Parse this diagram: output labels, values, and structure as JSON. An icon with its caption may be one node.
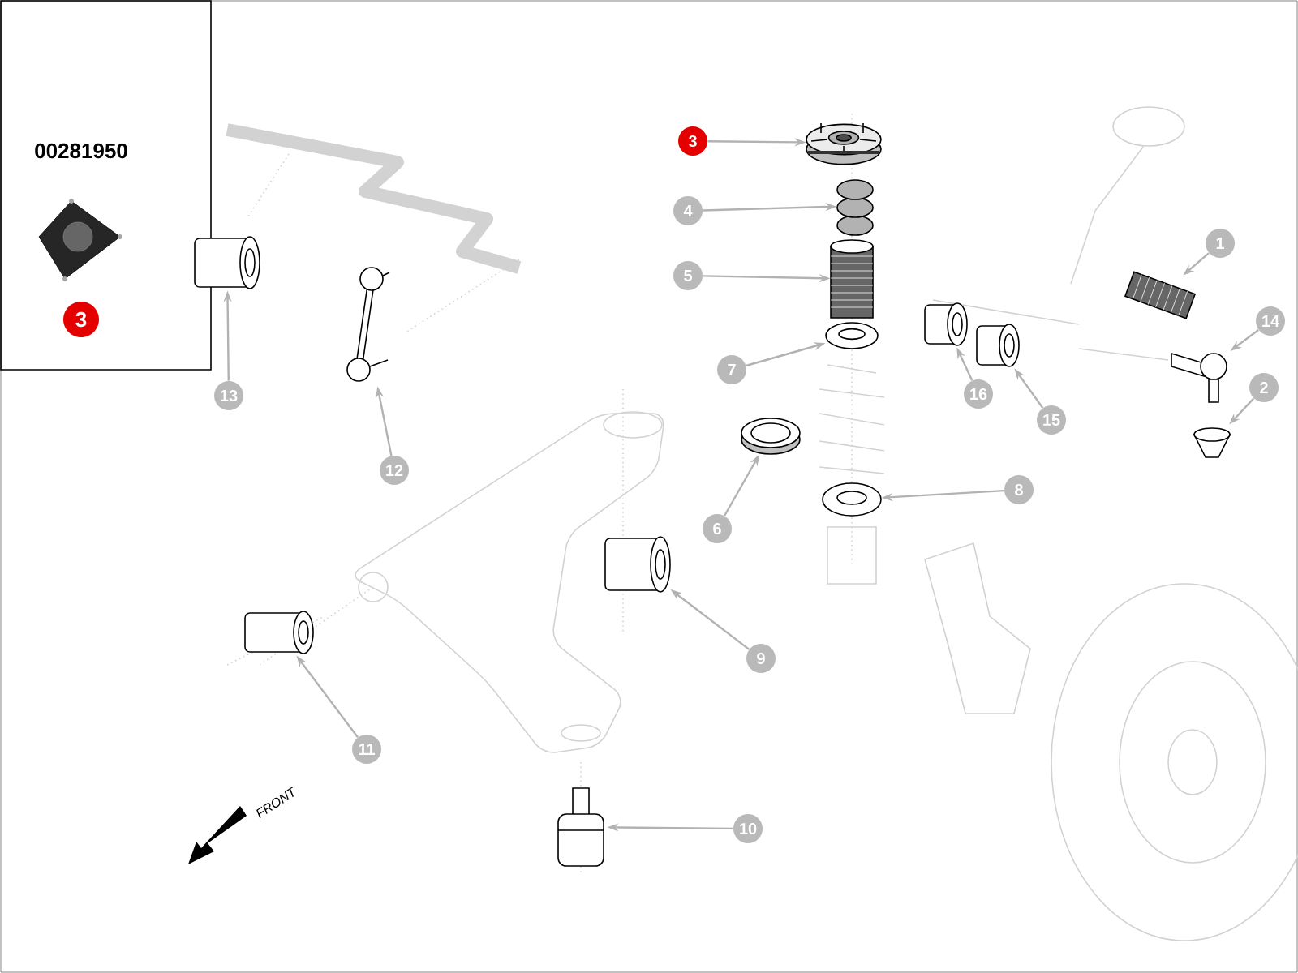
{
  "diagram": {
    "nodes": [
      {
        "text": [
          "00281950"
        ]
      },
      {
        "text": [
          "3"
        ],
        "in": 0
      },
      {
        "text": [],
        "shape": "picture",
        "in": 0
      },
      {
        "text": [
          "3"
        ]
      },
      {
        "text": [],
        "shape": "picture"
      },
      {
        "text": [
          "4"
        ]
      },
      {
        "text": [],
        "shape": "picture"
      },
      {
        "text": [
          "5"
        ]
      },
      {
        "text": [],
        "shape": "picture"
      },
      {
        "text": [
          "7"
        ]
      },
      {
        "text": [],
        "shape": "picture"
      },
      {
        "text": [
          "6"
        ]
      },
      {
        "text": [],
        "shape": "picture"
      },
      {
        "text": [
          "8"
        ]
      },
      {
        "text": [],
        "shape": "picture"
      },
      {
        "text": [
          "1"
        ]
      },
      {
        "text": [],
        "shape": "picture"
      },
      {
        "text": [
          "14"
        ]
      },
      {
        "text": [],
        "shape": "picture"
      },
      {
        "text": [
          "2"
        ]
      },
      {
        "text": [],
        "shape": "picture"
      },
      {
        "text": [
          "16"
        ]
      },
      {
        "text": [],
        "shape": "picture"
      },
      {
        "text": [
          "15"
        ]
      },
      {
        "text": [],
        "shape": "picture"
      },
      {
        "text": [
          "13"
        ]
      },
      {
        "text": [],
        "shape": "picture"
      },
      {
        "text": [
          "12"
        ]
      },
      {
        "text": [],
        "shape": "picture"
      },
      {
        "text": [
          "9"
        ]
      },
      {
        "text": [],
        "shape": "picture"
      },
      {
        "text": [
          "11"
        ]
      },
      {
        "text": [],
        "shape": "picture"
      },
      {
        "text": [
          "10"
        ]
      },
      {
        "text": [],
        "shape": "picture"
      }
    ],
    "edges": [
      {
        "from": 3,
        "to": 4,
        "arrow": "to"
      },
      {
        "from": 5,
        "to": 6,
        "arrow": "to"
      },
      {
        "from": 7,
        "to": 8,
        "arrow": "to"
      },
      {
        "from": 9,
        "to": 10,
        "arrow": "to"
      },
      {
        "from": 11,
        "to": 12,
        "arrow": "to"
      },
      {
        "from": 13,
        "to": 14,
        "arrow": "to"
      },
      {
        "from": 15,
        "to": 16,
        "arrow": "to"
      },
      {
        "from": 17,
        "to": 18,
        "arrow": "to"
      },
      {
        "from": 19,
        "to": 20,
        "arrow": "to"
      },
      {
        "from": 21,
        "to": 22,
        "arrow": "to"
      },
      {
        "from": 23,
        "to": 24,
        "arrow": "to"
      },
      {
        "from": 25,
        "to": 26,
        "arrow": "to"
      },
      {
        "from": 27,
        "to": 28,
        "arrow": "to"
      },
      {
        "from": 29,
        "to": 30,
        "arrow": "to"
      },
      {
        "from": 31,
        "to": 32,
        "arrow": "to"
      },
      {
        "from": 33,
        "to": 34,
        "arrow": "to"
      }
    ],
    "labels": [
      "FRONT"
    ]
  }
}
